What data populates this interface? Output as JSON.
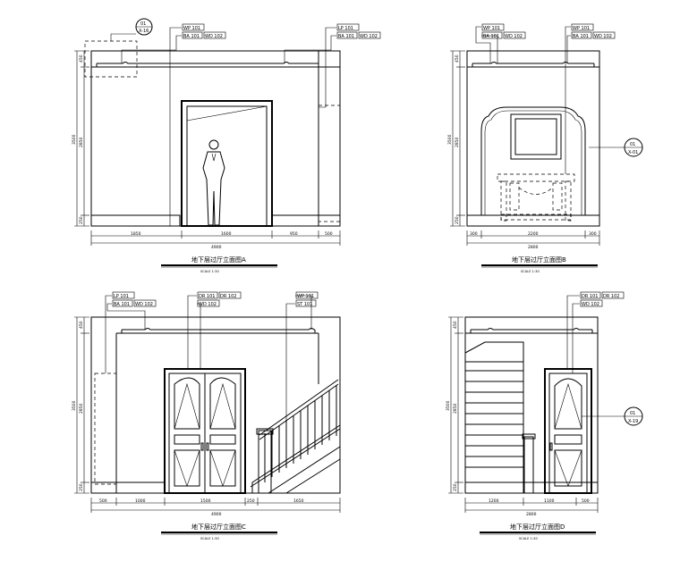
{
  "panels": [
    {
      "id": "A",
      "title": "地下层过厅立面图A",
      "scale": "SCALE 1:30",
      "top_tags": [
        [
          "WP 101"
        ],
        [
          "BA 101",
          "WD 102"
        ],
        [
          "LP 101"
        ],
        [
          "BA 101",
          "WD 102"
        ]
      ],
      "callout": {
        "num": "01",
        "ref": "X-16"
      },
      "heights": [
        "450",
        "2850",
        "250"
      ],
      "total_height": "3500",
      "widths": [
        "1850",
        "1600",
        "950",
        "500"
      ],
      "total_width": "4900"
    },
    {
      "id": "B",
      "title": "地下层过厅立面图B",
      "scale": "SCALE 1:30",
      "top_tags": [
        [
          "WP 101"
        ],
        [
          "BA 101",
          "WD 102"
        ],
        [
          "WP 101"
        ],
        [
          "BA 101",
          "WD 102"
        ]
      ],
      "callout": {
        "num": "01",
        "ref": "X-01"
      },
      "heights": [
        "450",
        "2850",
        "250"
      ],
      "total_height": "3500",
      "widths": [
        "300",
        "2200",
        "300"
      ],
      "total_width": "2800"
    },
    {
      "id": "C",
      "title": "地下层过厅立面图C",
      "scale": "SCALE 1:30",
      "top_tags": [
        [
          "LP 101"
        ],
        [
          "BA 101",
          "WD 102"
        ],
        [
          "DR 101",
          "DR 102"
        ],
        [
          "WD 102"
        ],
        [
          "WP 101"
        ],
        [
          "ST 101"
        ]
      ],
      "heights": [
        "450",
        "2850",
        "250"
      ],
      "total_height": "3500",
      "widths": [
        "500",
        "1000",
        "1500",
        "250",
        "1650"
      ],
      "total_width": "4900"
    },
    {
      "id": "D",
      "title": "地下层过厅立面图D",
      "scale": "SCALE 1:30",
      "top_tags": [
        [
          "DR 101",
          "DR 102"
        ],
        [
          "WD 102"
        ]
      ],
      "callout": {
        "num": "01",
        "ref": "X-19"
      },
      "heights": [
        "450",
        "2850",
        "250"
      ],
      "total_height": "3500",
      "widths": [
        "1200",
        "1100",
        "500"
      ],
      "total_width": "2800"
    }
  ]
}
